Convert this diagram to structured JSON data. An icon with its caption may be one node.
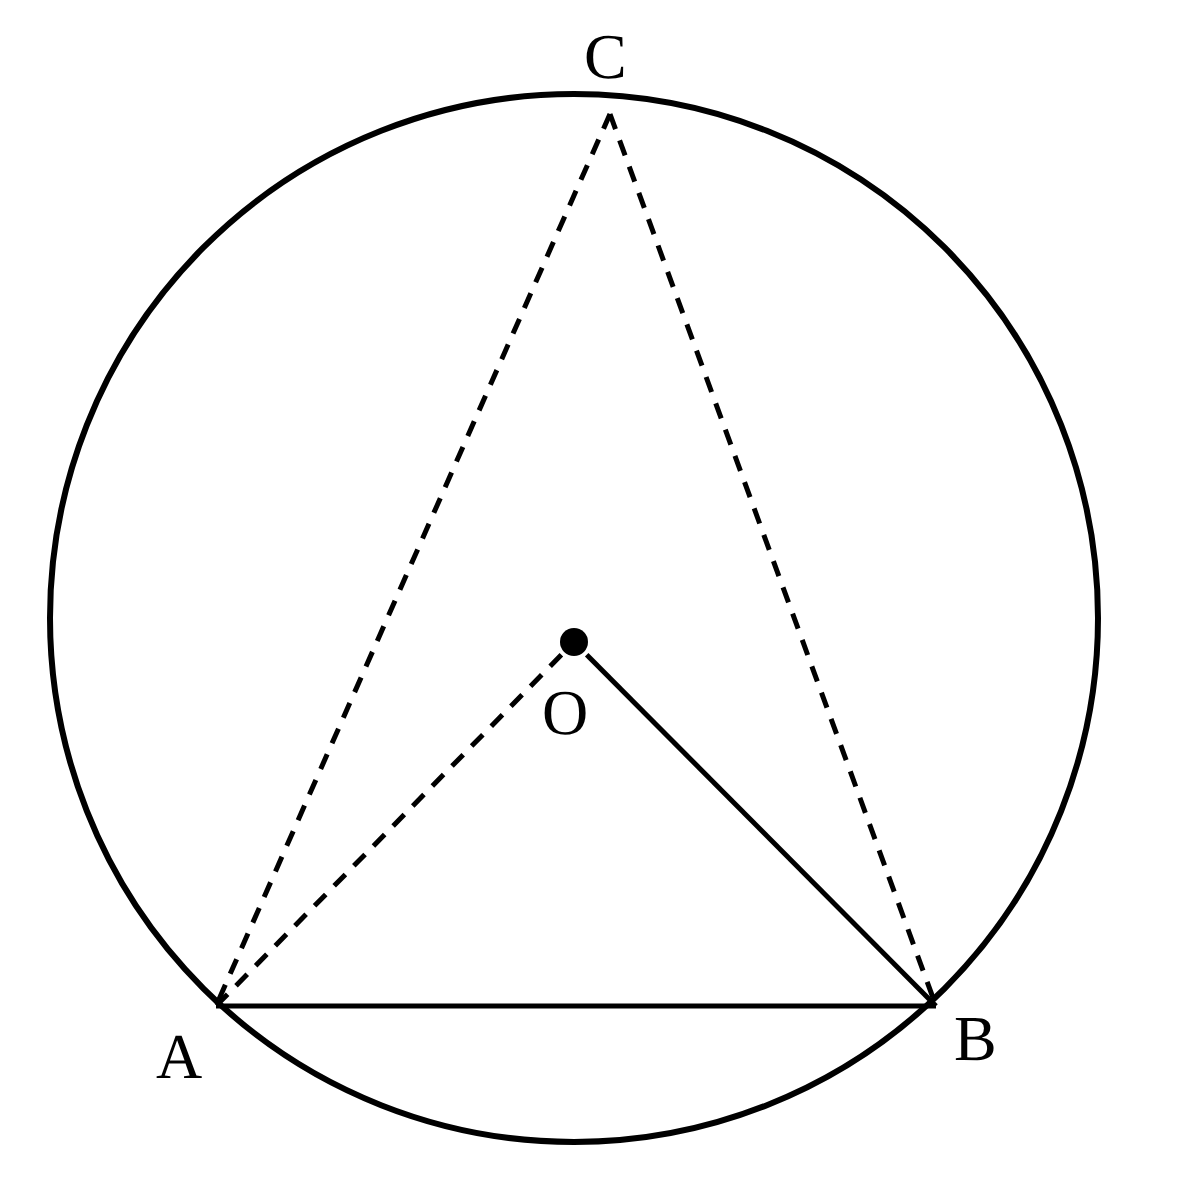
{
  "diagram": {
    "nodes": [
      {
        "text": [
          "C"
        ]
      },
      {
        "text": [
          "O"
        ]
      },
      {
        "text": [
          "A"
        ]
      },
      {
        "text": [
          "B"
        ]
      }
    ],
    "edges": [
      {
        "from": 0,
        "to": 2,
        "arrow": "none",
        "style": "dashed"
      },
      {
        "from": 0,
        "to": 3,
        "arrow": "none",
        "style": "dashed"
      },
      {
        "from": 1,
        "to": 2,
        "arrow": "none",
        "style": "dashed"
      },
      {
        "from": 1,
        "to": 3,
        "arrow": "none"
      },
      {
        "from": 2,
        "to": 3,
        "arrow": "none"
      }
    ]
  }
}
